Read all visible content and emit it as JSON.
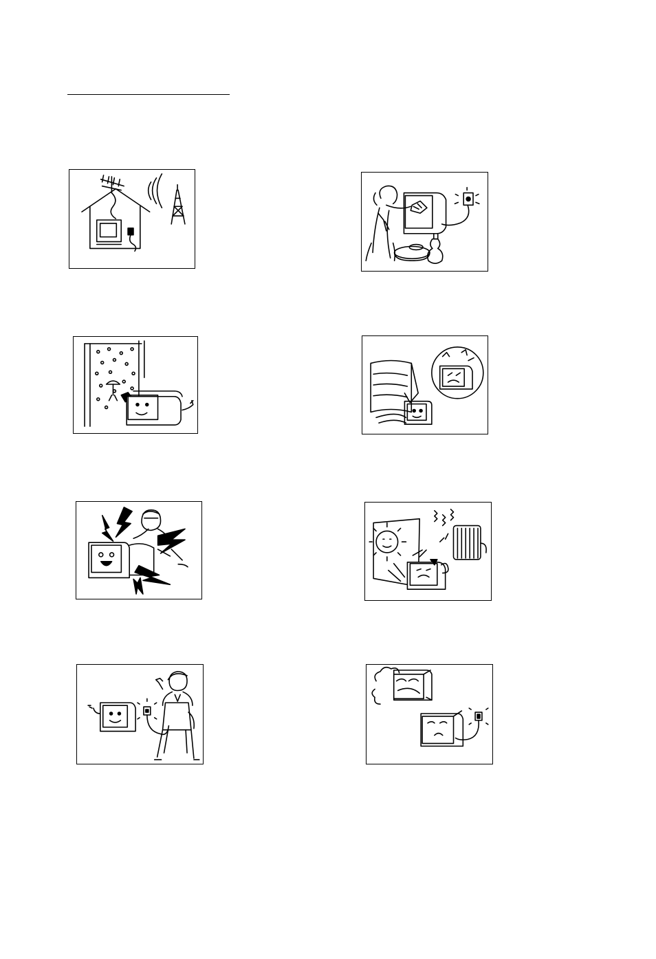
{
  "page": {
    "heading_text": "",
    "illustrations": [
      {
        "id": "antenna-house",
        "icon": "house-antenna-icon"
      },
      {
        "id": "cleaning",
        "icon": "woman-cleaning-tv-icon"
      },
      {
        "id": "rain-window",
        "icon": "tv-rain-icon"
      },
      {
        "id": "covered-vents",
        "icon": "tv-covered-vents-icon"
      },
      {
        "id": "lightning",
        "icon": "tv-lightning-icon"
      },
      {
        "id": "heat-sources",
        "icon": "tv-sun-heater-icon"
      },
      {
        "id": "unplug-away",
        "icon": "tv-unplug-icon"
      },
      {
        "id": "smoke-fault",
        "icon": "tv-smoke-icon"
      }
    ]
  }
}
